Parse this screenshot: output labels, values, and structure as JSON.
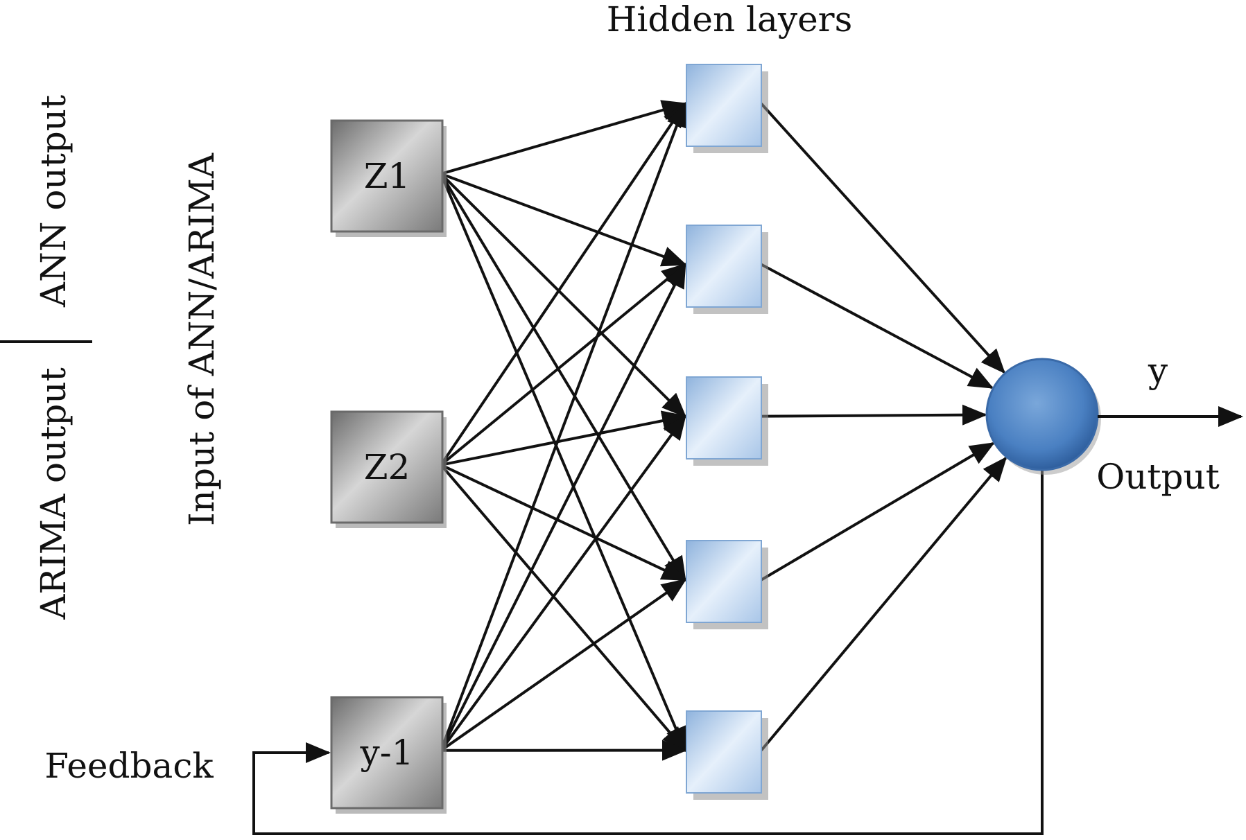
{
  "labels": {
    "hidden_layers": "Hidden layers",
    "ann_output": "ANN output",
    "arima_output": "ARIMA output",
    "input_of": "Input of ANN/ARIMA",
    "feedback": "Feedback",
    "y": "y",
    "output": "Output"
  },
  "inputs": [
    {
      "id": "z1",
      "label": "Z1"
    },
    {
      "id": "z2",
      "label": "Z2"
    },
    {
      "id": "ym1",
      "label": "y-1"
    }
  ],
  "hidden_count": 5,
  "colors": {
    "input_box": "#9a9a9a",
    "hidden_box": "#b8d2ee",
    "output_node": "#4f86c6",
    "line": "#111111"
  }
}
